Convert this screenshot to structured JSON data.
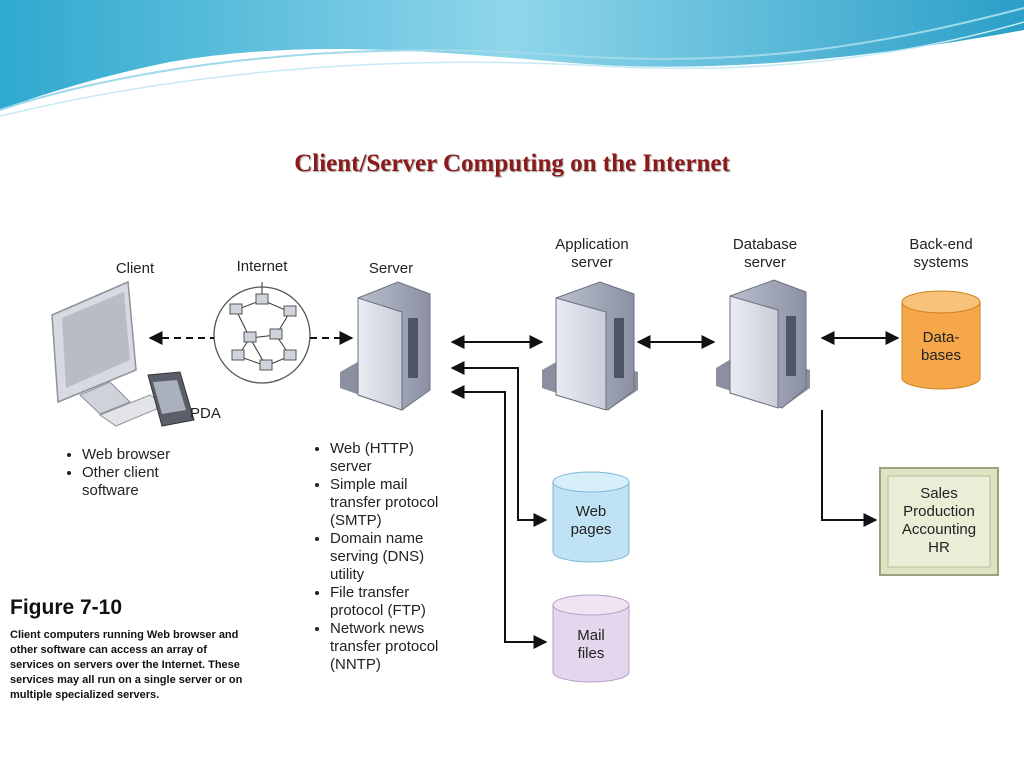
{
  "title": "Client/Server Computing on the Internet",
  "labels": {
    "client": "Client",
    "internet": "Internet",
    "server": "Server",
    "application_server": "Application\nserver",
    "database_server": "Database\nserver",
    "back_end": "Back-end\nsystems",
    "pda": "PDA"
  },
  "client_bullets": [
    "Web browser",
    "Other client\nsoftware"
  ],
  "server_bullets": [
    "Web (HTTP)\nserver",
    "Simple mail\ntransfer protocol\n(SMTP)",
    "Domain name\nserving (DNS)\nutility",
    "File transfer\nprotocol (FTP)",
    "Network news\ntransfer protocol\n(NNTP)"
  ],
  "stores": {
    "web_pages": "Web\npages",
    "mail_files": "Mail\nfiles",
    "databases": "Data-\nbases",
    "sales_panel": [
      "Sales",
      "Production",
      "Accounting",
      "HR"
    ]
  },
  "figure": {
    "number": "Figure 7-10",
    "caption": "Client computers running Web browser and other software can access an array of services on servers over the Internet. These services may all run on a single server or on multiple specialized servers."
  },
  "colors": {
    "title": "#8b1a1a",
    "web_pages_cylinder": "#bfe3f5",
    "mail_files_cylinder": "#e4d6ec",
    "databases_cylinder": "#f5a74a",
    "sales_panel": "#dde4c3"
  }
}
